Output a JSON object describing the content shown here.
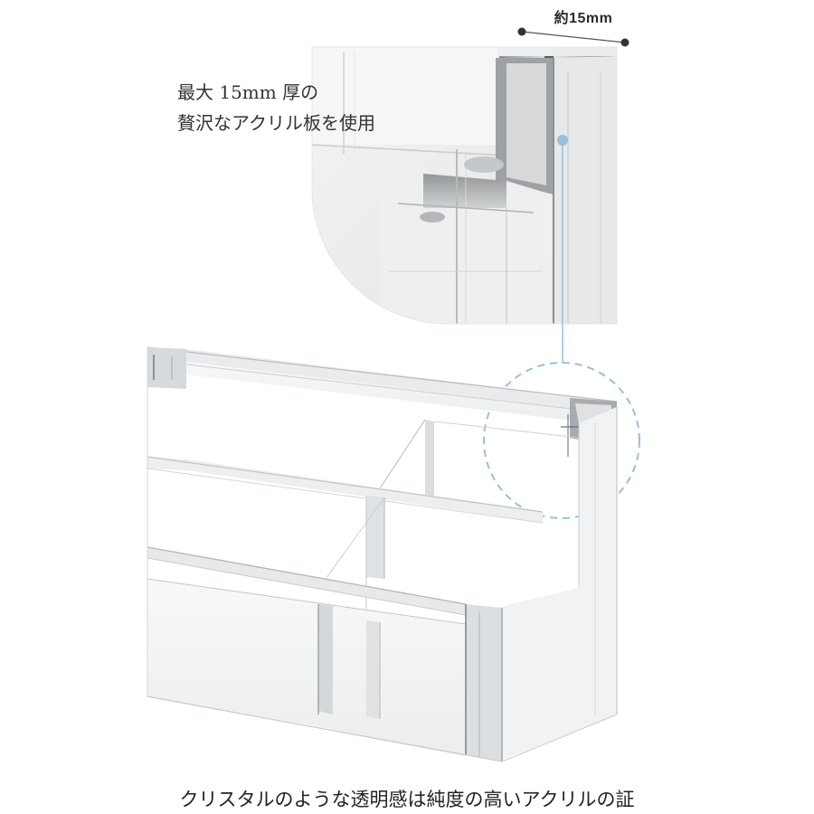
{
  "dimension": {
    "label": "約15mm"
  },
  "feature": {
    "line1": "最大 15mm 厚の",
    "line2": "贅沢なアクリル板を使用"
  },
  "caption": {
    "text": "クリスタルのような透明感は純度の高いアクリルの証"
  },
  "colors": {
    "callout_accent": "#9bbfd9",
    "measure_line": "#555555",
    "text": "#222222"
  }
}
